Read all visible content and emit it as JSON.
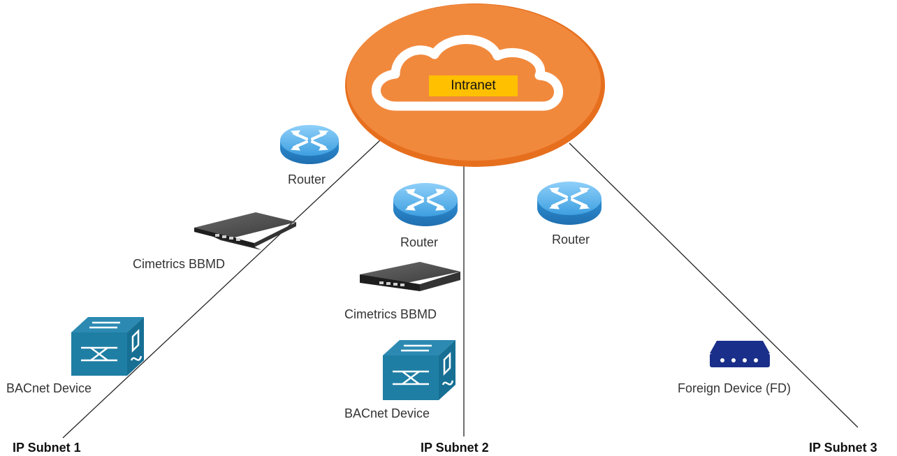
{
  "cloud": {
    "label": "Intranet"
  },
  "subnets": [
    {
      "router_label": "Router",
      "bbmd_label": "Cimetrics BBMD",
      "device_label": "BACnet Device",
      "subnet_label": "IP Subnet 1"
    },
    {
      "router_label": "Router",
      "bbmd_label": "Cimetrics BBMD",
      "device_label": "BACnet Device",
      "subnet_label": "IP Subnet 2"
    },
    {
      "router_label": "Router",
      "device_label": "Foreign Device (FD)",
      "subnet_label": "IP Subnet 3"
    }
  ],
  "colors": {
    "cloud_orange": "#f0863a",
    "cloud_edge": "#e36c1e",
    "label_highlight": "#ffc000",
    "router_blue": "#49a7e6",
    "switch_teal": "#1f7ea4",
    "fd_navy": "#1a2f8a"
  },
  "icons": [
    "cloud-icon",
    "router-icon",
    "bbmd-appliance-icon",
    "network-switch-icon",
    "foreign-device-icon"
  ]
}
